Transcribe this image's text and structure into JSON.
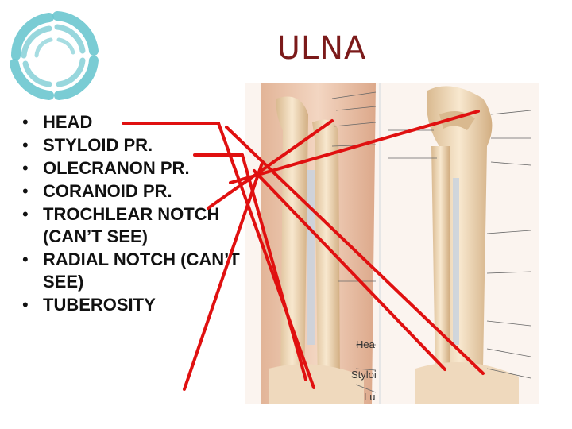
{
  "title": "ULNA",
  "bullets": [
    "HEAD",
    "STYLOID PR.",
    "OLECRANON PR.",
    "CORANOID PR.",
    "TROCHLEAR NOTCH (CAN’T SEE)",
    "RADIAL NOTCH (CAN’T SEE)",
    "TUBEROSITY"
  ],
  "figure_labels": {
    "head": "Hea",
    "styloid": "Styloi",
    "lunate": "Lu"
  },
  "colors": {
    "title": "#7b1a1a",
    "pointer_lines": "#e01010",
    "logo": "#6cc6cf",
    "bone": "#f0d9b8",
    "skin": "#e9c3a5"
  },
  "icons": {
    "logo": "swirl-logo-icon"
  }
}
